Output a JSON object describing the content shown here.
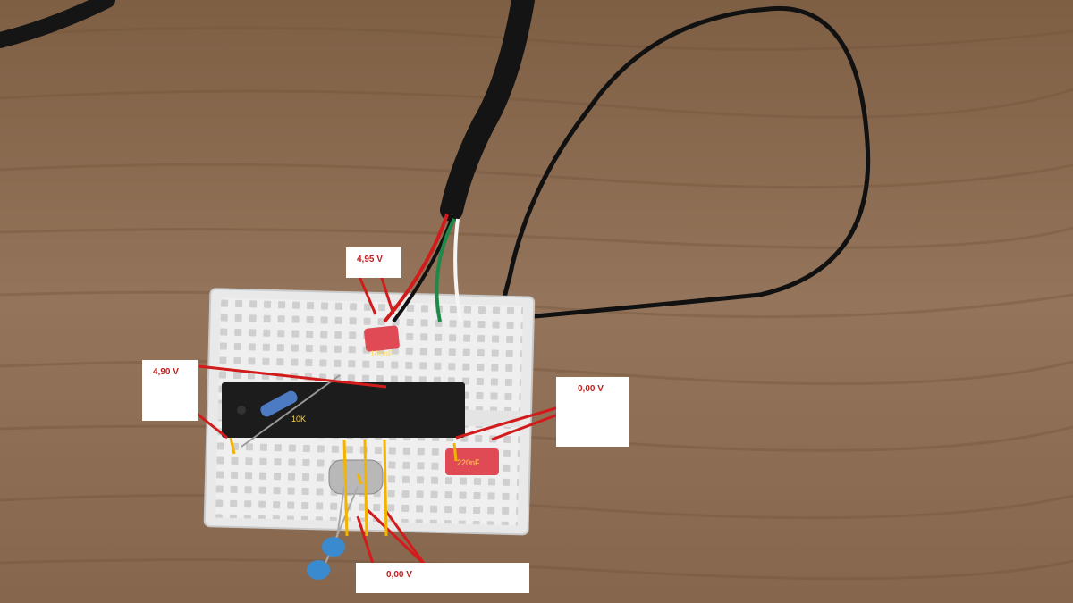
{
  "annotations": {
    "voltage_top": "4,95 V",
    "voltage_left": "4,90 V",
    "voltage_right": "0,00 V",
    "voltage_bottom": "0,00 V"
  },
  "components": {
    "cap_top": "100nF",
    "cap_right": "220nF",
    "resistor": "10K"
  },
  "colors": {
    "wood": "#8a6a4e",
    "annotation_line": "#d21c1c",
    "pin_marker": "#f2b400",
    "capacitor": "#e04a55",
    "breadboard": "#f2f2f2",
    "chip": "#1c1c1c"
  }
}
